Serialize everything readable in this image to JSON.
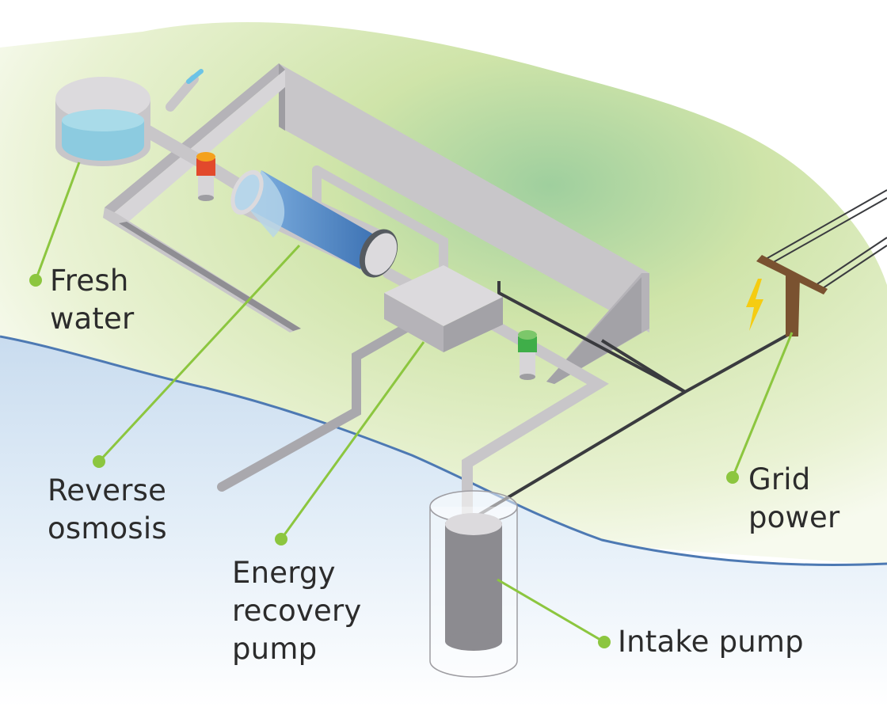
{
  "labels": {
    "fresh_water": {
      "line1": "Fresh",
      "line2": "water"
    },
    "reverse_osmosis": {
      "line1": "Reverse",
      "line2": "osmosis"
    },
    "energy_recovery_pump": {
      "line1": "Energy",
      "line2": "recovery",
      "line3": "pump"
    },
    "intake_pump": {
      "line1": "Intake pump"
    },
    "grid_power": {
      "line1": "Grid",
      "line2": "power"
    }
  },
  "colors": {
    "land_green": "#cfe4a9",
    "land_green_dark": "#a7cf96",
    "sea_blue": "#cfe0ef",
    "shoreline": "#4d79b3",
    "structure_grey": "#c8c6c9",
    "structure_grey_dark": "#8c8b90",
    "membrane_blue": "#4b82c0",
    "fresh_water_blue": "#8ccbe0",
    "valve_red": "#e2492c",
    "valve_orange": "#f4a11d",
    "valve_green": "#3fae49",
    "wire_dark": "#3a3b3f",
    "pole_brown": "#7a5230",
    "bolt_yellow": "#f5cc12",
    "leader_green": "#8cc63f",
    "label_text": "#2c2c2c"
  },
  "icons": [
    "lightning-bolt-icon",
    "utility-pole-icon",
    "fresh-water-tank-icon",
    "valve-icon"
  ]
}
